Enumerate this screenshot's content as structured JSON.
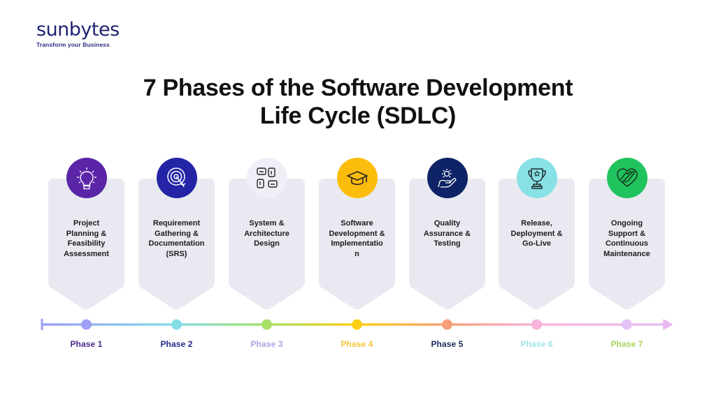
{
  "brand": {
    "name": "sunbytes",
    "tagline": "Transform your Business",
    "color": "#1f2373"
  },
  "title": {
    "line1": "7 Phases of the Software Development",
    "line2": "Life Cycle (SDLC)"
  },
  "card_color": "#e9eaf1",
  "phases": [
    {
      "label": "Project Planning & Feasibility Assessment",
      "lines": [
        "Project",
        "Planning &",
        "Feasibility",
        "Assessment"
      ],
      "icon": "lightbulb-icon",
      "icon_bg": "#5b25a8",
      "icon_stroke": "#ffffff",
      "phase_label": "Phase 1",
      "phase_label_color": "#4a2a8f",
      "dot_color": "#9e9ff7"
    },
    {
      "label": "Requirement Gathering & Documentation (SRS)",
      "lines": [
        "Requirement",
        "Gathering &",
        "Documentation",
        "(SRS)"
      ],
      "icon": "target-icon",
      "icon_bg": "#2424a6",
      "icon_stroke": "#ffffff",
      "phase_label": "Phase 2",
      "phase_label_color": "#25298a",
      "dot_color": "#85dde6"
    },
    {
      "label": "System & Architecture Design",
      "lines": [
        "System &",
        "Architecture",
        "Design"
      ],
      "icon": "teamwork-hands-icon",
      "icon_bg": "#f1eef7",
      "icon_stroke": "#222222",
      "phase_label": "Phase 3",
      "phase_label_color": "#a9a6e6",
      "dot_color": "#a6e067"
    },
    {
      "label": "Software Development & Implementation",
      "lines": [
        "Software",
        "Development &",
        "Implementatio",
        "n"
      ],
      "icon": "graduation-cap-icon",
      "icon_bg": "#fcbc0c",
      "icon_stroke": "#222222",
      "phase_label": "Phase 4",
      "phase_label_color": "#f3c43a",
      "dot_color": "#fcce14"
    },
    {
      "label": "Quality Assurance & Testing",
      "lines": [
        "Quality",
        "Assurance &",
        "Testing"
      ],
      "icon": "hand-sun-icon",
      "icon_bg": "#0f2466",
      "icon_stroke": "#ffffff",
      "phase_label": "Phase 5",
      "phase_label_color": "#1a2a5c",
      "dot_color": "#f6a079"
    },
    {
      "label": "Release, Deployment & Go-Live",
      "lines": [
        "Release,",
        "Deployment &",
        "Go-Live"
      ],
      "icon": "trophy-icon",
      "icon_bg": "#88e1e4",
      "icon_stroke": "#1d2b2b",
      "phase_label": "Phase 6",
      "phase_label_color": "#9fe3e8",
      "dot_color": "#f7b3dc"
    },
    {
      "label": "Ongoing Support & Continuous Maintenance",
      "lines": [
        "Ongoing",
        "Support &",
        "Continuous",
        "Maintenance"
      ],
      "icon": "heart-hand-icon",
      "icon_bg": "#20c35e",
      "icon_stroke": "#1a2a1a",
      "phase_label": "Phase 7",
      "phase_label_color": "#a6d35a",
      "dot_color": "#e2c2f6"
    }
  ],
  "timeline": {
    "start_color": "#9e9ff7",
    "end_color": "#ecb6f1",
    "gradient_stops": [
      "#9e9ff7",
      "#85dde6",
      "#a6e067",
      "#fcce14",
      "#f6a079",
      "#f7b3dc",
      "#e8c0f4"
    ]
  }
}
